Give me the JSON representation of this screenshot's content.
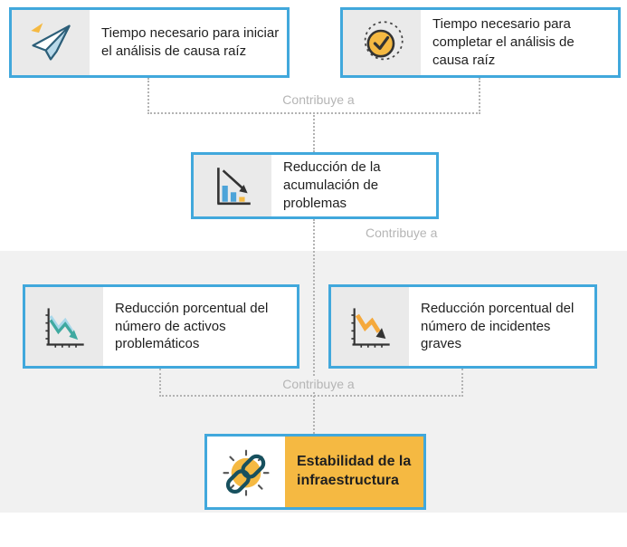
{
  "connector_label": "Contribuye a",
  "nodes": {
    "start_rca": {
      "label": "Tiempo necesario para iniciar el análisis de causa raíz",
      "icon": "paper-plane-icon"
    },
    "complete_rca": {
      "label": "Tiempo necesario para completar el análisis de causa raíz",
      "icon": "check-badge-icon"
    },
    "backlog_reduction": {
      "label": "Reducción de la acumulación de problemas",
      "icon": "declining-bar-chart-icon"
    },
    "problem_assets": {
      "label": "Reducción porcentual del número de activos problemáticos",
      "icon": "declining-line-chart-icon"
    },
    "major_incidents": {
      "label": "Reducción porcentual del número de incidentes graves",
      "icon": "declining-trend-arrow-icon"
    },
    "infra_stability": {
      "label": "Estabilidad de la infraestructura",
      "icon": "chain-link-icon"
    }
  },
  "colors": {
    "box_border": "#41a8dc",
    "icon_cell_bg": "#eaeaea",
    "band_bg": "#f1f1f1",
    "highlight_bg": "#f5b942",
    "connector": "#b3b3b3",
    "label_text": "#b5b5b5",
    "node_text": "#1f1f1f",
    "icon_accent_yellow": "#f5b942",
    "icon_accent_blue": "#4da4d9",
    "icon_accent_teal": "#3fa9a0"
  }
}
